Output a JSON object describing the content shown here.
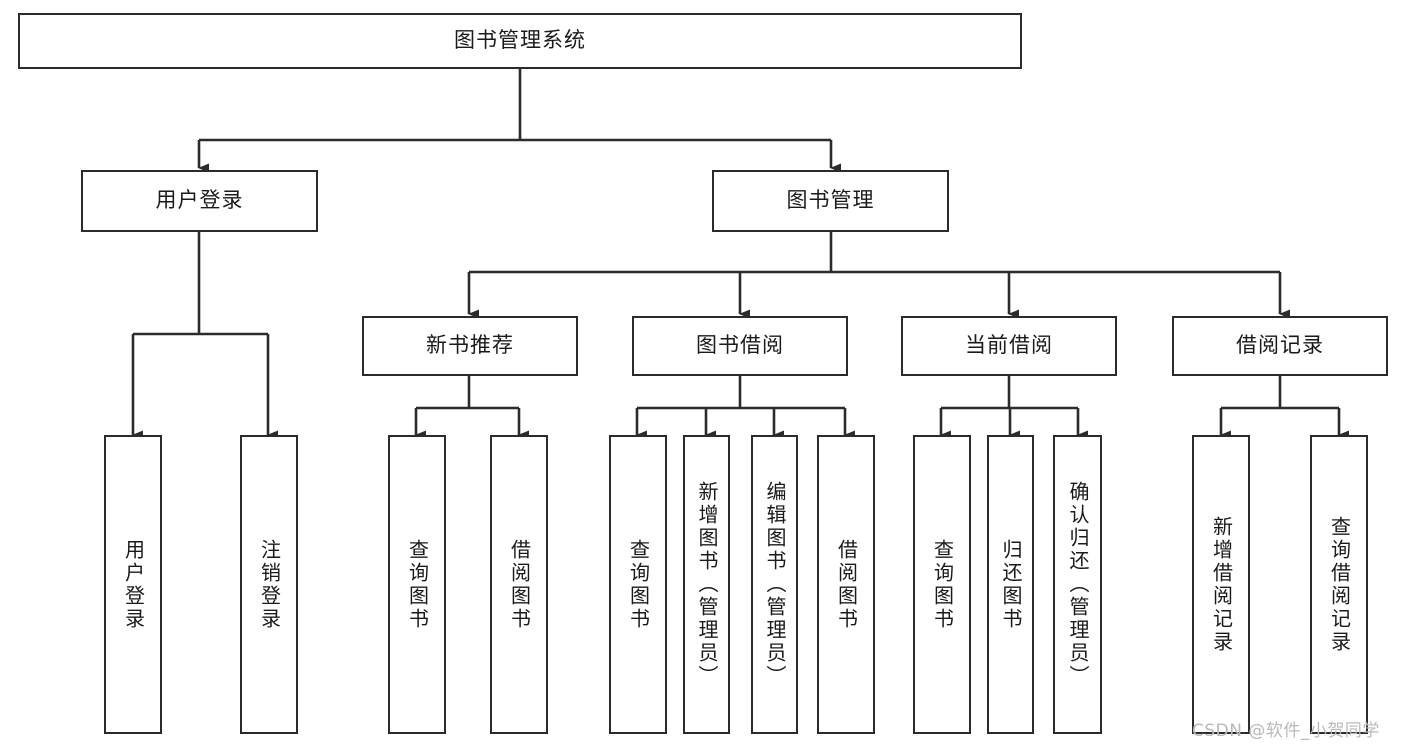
{
  "diagram": {
    "type": "tree-hierarchy",
    "title": "图书管理系统",
    "watermark": "CSDN @软件_小贺同学",
    "colors": {
      "box_border": "#2b2b2b",
      "box_fill": "#ffffff",
      "edge": "#2b2b2b",
      "text": "#1a1a1a",
      "watermark": "#b9b9b9",
      "background": "#ffffff"
    },
    "root": {
      "label": "图书管理系统"
    },
    "level1": [
      {
        "label": "用户登录"
      },
      {
        "label": "图书管理"
      }
    ],
    "level2": [
      {
        "label": "新书推荐"
      },
      {
        "label": "图书借阅"
      },
      {
        "label": "当前借阅"
      },
      {
        "label": "借阅记录"
      }
    ],
    "leaves": {
      "user_login": [
        {
          "label": "用户登录"
        },
        {
          "label": "注销登录"
        }
      ],
      "new_book_recommend": [
        {
          "label": "查询图书"
        },
        {
          "label": "借阅图书"
        }
      ],
      "book_borrow": [
        {
          "label": "查询图书"
        },
        {
          "label": "新增图书（管理员）"
        },
        {
          "label": "编辑图书（管理员）"
        },
        {
          "label": "借阅图书"
        }
      ],
      "current_borrow": [
        {
          "label": "查询图书"
        },
        {
          "label": "归还图书"
        },
        {
          "label": "确认归还（管理员）"
        }
      ],
      "borrow_record": [
        {
          "label": "新增借阅记录"
        },
        {
          "label": "查询借阅记录"
        }
      ]
    }
  }
}
